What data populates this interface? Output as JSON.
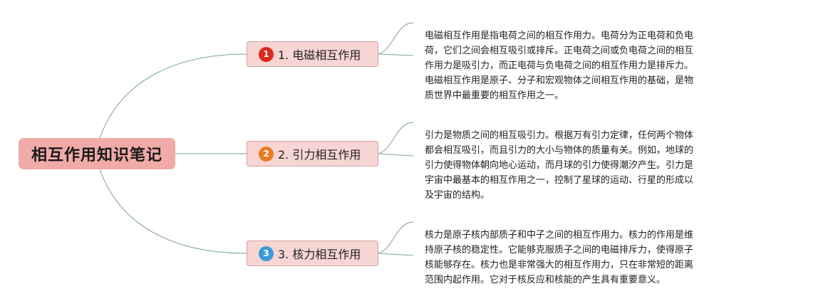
{
  "root": {
    "title": "相互作用知识笔记"
  },
  "colors": {
    "root_fill": "#f0aaa7",
    "branch_fill": "#f7d5d3",
    "connector": "#7aa39a"
  },
  "branches": [
    {
      "number": "1",
      "label": "1. 电磁相互作用",
      "badge_color": "#dc2a1c",
      "description": "电磁相互作用是指电荷之间的相互作用力。电荷分为正电荷和负电荷，它们之间会相互吸引或排斥。正电荷之间或负电荷之间的相互作用力是吸引力，而正电荷与负电荷之间的相互作用力是排斥力。电磁相互作用是原子、分子和宏观物体之间相互作用的基础，是物质世界中最重要的相互作用之一。"
    },
    {
      "number": "2",
      "label": "2. 引力相互作用",
      "badge_color": "#ea7a24",
      "description": "引力是物质之间的相互吸引力。根据万有引力定律，任何两个物体都会相互吸引，而且引力的大小与物体的质量有关。例如，地球的引力使得物体朝向地心运动，而月球的引力使得潮汐产生。引力是宇宙中最基本的相互作用之一，控制了星球的运动、行星的形成以及宇宙的结构。"
    },
    {
      "number": "3",
      "label": "3. 核力相互作用",
      "badge_color": "#3a9ad9",
      "description": "核力是原子核内部质子和中子之间的相互作用力。核力的作用是维持原子核的稳定性。它能够克服质子之间的电磁排斥力，使得原子核能够存在。核力也是非常强大的相互作用力，只在非常短的距离范围内起作用。它对于核反应和核能的产生具有重要意义。"
    }
  ]
}
